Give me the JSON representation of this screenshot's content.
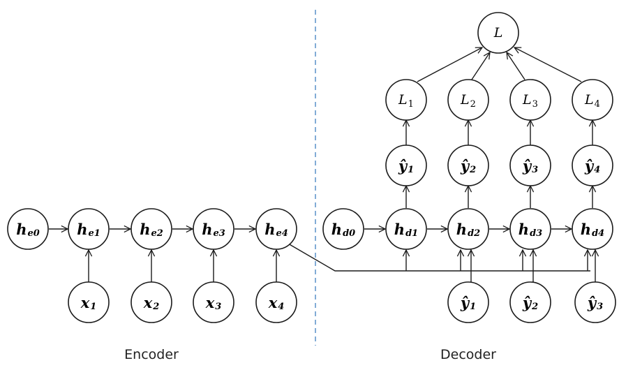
{
  "sections": {
    "encoder": "Encoder",
    "decoder": "Decoder"
  },
  "nodes": {
    "he0": {
      "base": "h",
      "sub": "e0"
    },
    "he1": {
      "base": "h",
      "sub": "e1"
    },
    "he2": {
      "base": "h",
      "sub": "e2"
    },
    "he3": {
      "base": "h",
      "sub": "e3"
    },
    "he4": {
      "base": "h",
      "sub": "e4"
    },
    "x1": {
      "base": "x",
      "sub": "1"
    },
    "x2": {
      "base": "x",
      "sub": "2"
    },
    "x3": {
      "base": "x",
      "sub": "3"
    },
    "x4": {
      "base": "x",
      "sub": "4"
    },
    "hd0": {
      "base": "h",
      "sub": "d0"
    },
    "hd1": {
      "base": "h",
      "sub": "d1"
    },
    "hd2": {
      "base": "h",
      "sub": "d2"
    },
    "hd3": {
      "base": "h",
      "sub": "d3"
    },
    "hd4": {
      "base": "h",
      "sub": "d4"
    },
    "yh1": {
      "base": "ŷ",
      "sub": "1"
    },
    "yh2": {
      "base": "ŷ",
      "sub": "2"
    },
    "yh3": {
      "base": "ŷ",
      "sub": "3"
    },
    "yh4": {
      "base": "ŷ",
      "sub": "4"
    },
    "L1": {
      "base": "L",
      "sub": "1"
    },
    "L2": {
      "base": "L",
      "sub": "2"
    },
    "L3": {
      "base": "L",
      "sub": "3"
    },
    "L4": {
      "base": "L",
      "sub": "4"
    },
    "L": {
      "base": "L",
      "sub": ""
    },
    "yin1": {
      "base": "ŷ",
      "sub": "1"
    },
    "yin2": {
      "base": "ŷ",
      "sub": "2"
    },
    "yin3": {
      "base": "ŷ",
      "sub": "3"
    }
  }
}
